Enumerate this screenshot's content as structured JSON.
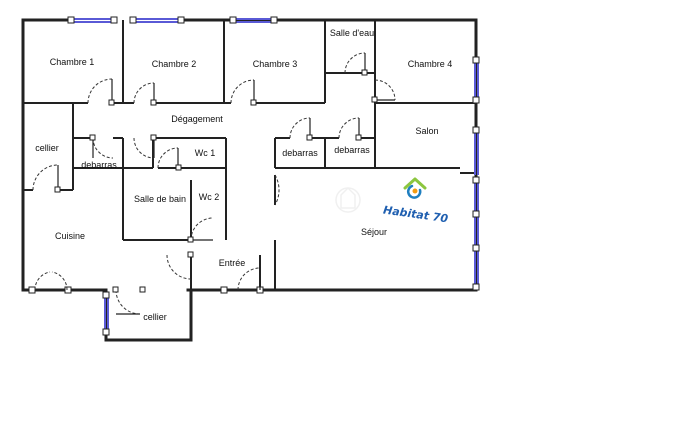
{
  "rooms": {
    "chambre_1": "Chambre 1",
    "chambre_2": "Chambre 2",
    "chambre_3": "Chambre 3",
    "salle_eau": "Salle d'eau",
    "chambre_4": "Chambre 4",
    "degagement": "Dégagement",
    "cellier_1": "cellier",
    "debarras_1": "debarras",
    "wc_1": "Wc 1",
    "debarras_2": "debarras",
    "debarras_3": "debarras",
    "salon": "Salon",
    "salle_de_bain": "Salle de bain",
    "wc_2": "Wc 2",
    "cuisine": "Cuisine",
    "sejour": "Séjour",
    "entree": "Entrée",
    "cellier_2": "cellier"
  },
  "logo": {
    "text": "Habitat 70"
  },
  "colors": {
    "wall": "#222222",
    "window": "#5a5ad6",
    "logo_text": "#1f5fb0",
    "logo_green": "#8cc63f",
    "logo_orange": "#f39c12",
    "logo_blue": "#1f7fc0"
  }
}
